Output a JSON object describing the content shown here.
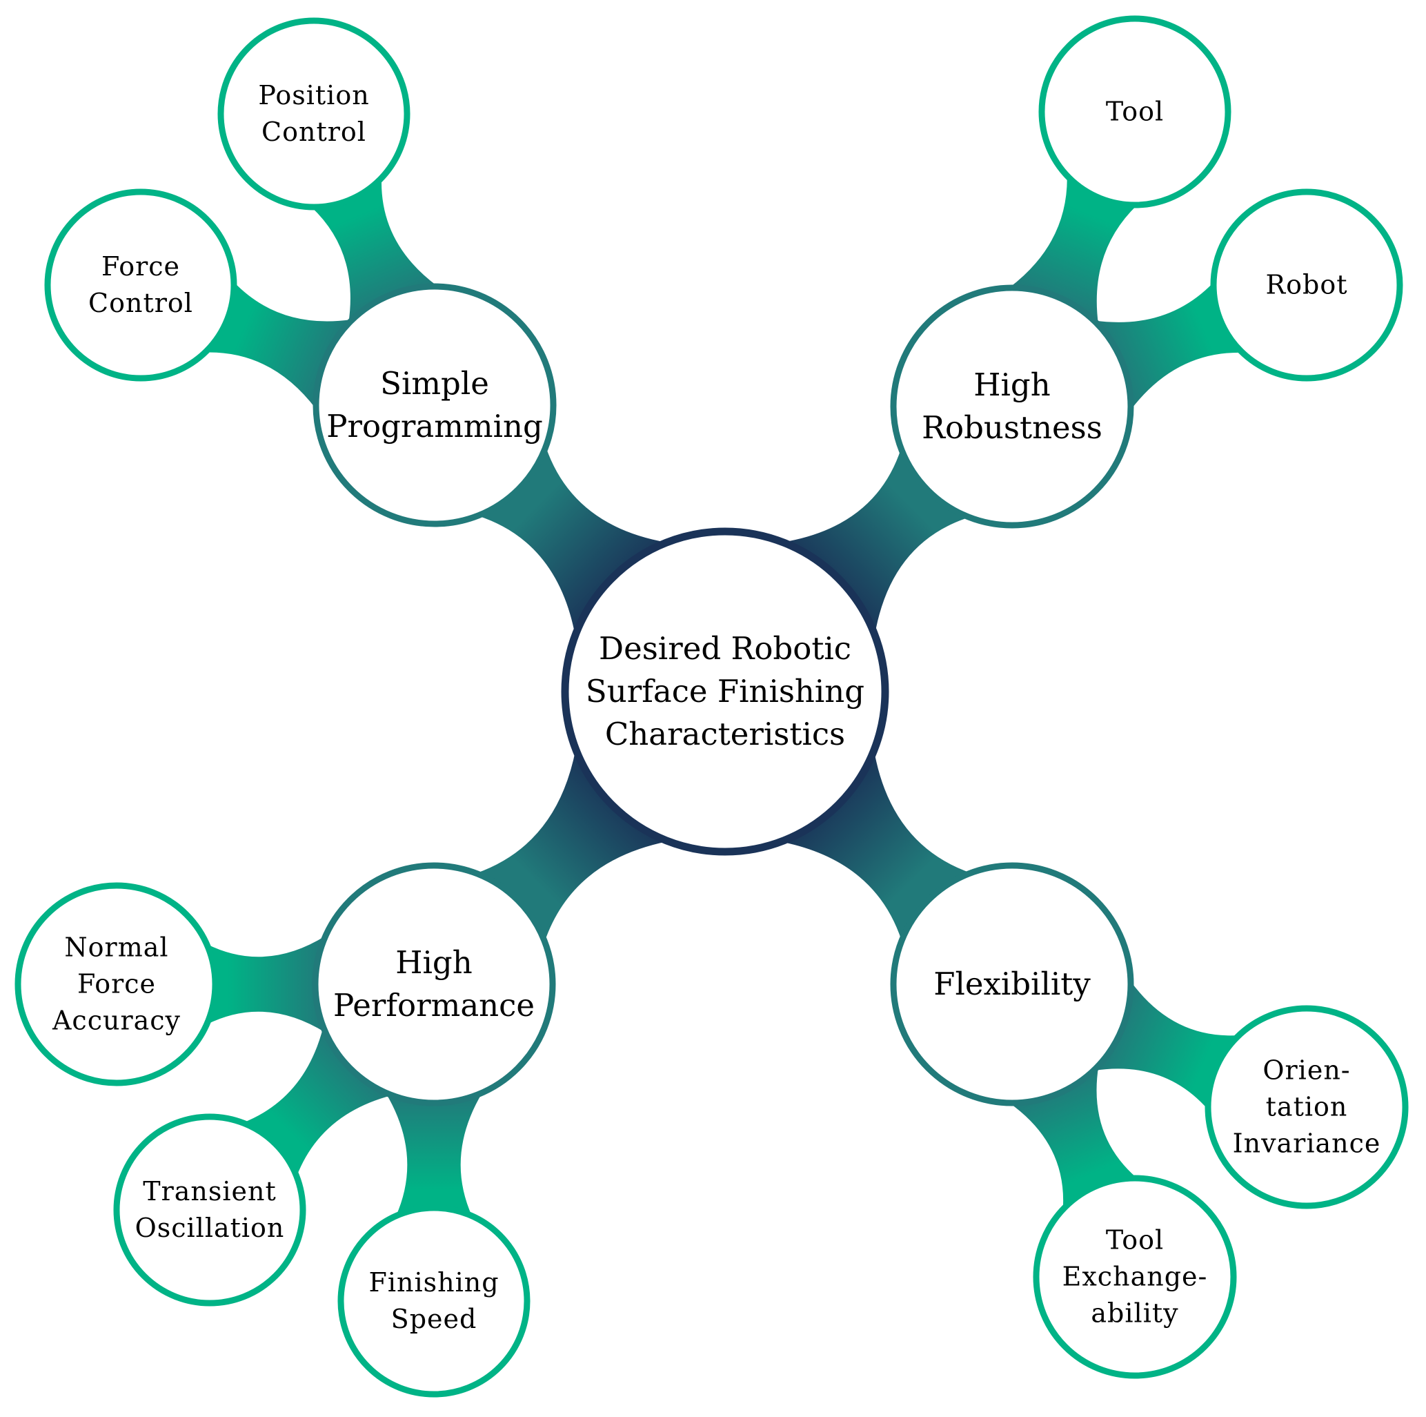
{
  "title": "Desired Robotic Surface Finishing Characteristics",
  "colors": {
    "root": "#1a3358",
    "branch": "#217a7a",
    "leaf": "#00b386",
    "background": "#ffffff",
    "text": "#000000"
  },
  "root": {
    "lines": [
      "Desired Robotic",
      "Surface Finishing",
      "Characteristics"
    ]
  },
  "branches": [
    {
      "id": "simple-programming",
      "lines": [
        "Simple",
        "Programming"
      ],
      "children": [
        {
          "id": "position-control",
          "lines": [
            "Position",
            "Control"
          ]
        },
        {
          "id": "force-control",
          "lines": [
            "Force",
            "Control"
          ]
        }
      ]
    },
    {
      "id": "high-robustness",
      "lines": [
        "High",
        "Robustness"
      ],
      "children": [
        {
          "id": "tool",
          "lines": [
            "Tool"
          ]
        },
        {
          "id": "robot",
          "lines": [
            "Robot"
          ]
        }
      ]
    },
    {
      "id": "high-performance",
      "lines": [
        "High",
        "Performance"
      ],
      "children": [
        {
          "id": "normal-force-accuracy",
          "lines": [
            "Normal",
            "Force",
            "Accuracy"
          ]
        },
        {
          "id": "transient-oscillation",
          "lines": [
            "Transient",
            "Oscillation"
          ]
        },
        {
          "id": "finishing-speed",
          "lines": [
            "Finishing",
            "Speed"
          ]
        }
      ]
    },
    {
      "id": "flexibility",
      "lines": [
        "Flexibility"
      ],
      "children": [
        {
          "id": "orientation-invariance",
          "lines": [
            "Orien-",
            "tation",
            "Invariance"
          ]
        },
        {
          "id": "tool-exchangeability",
          "lines": [
            "Tool",
            "Exchange-",
            "ability"
          ]
        }
      ]
    }
  ]
}
